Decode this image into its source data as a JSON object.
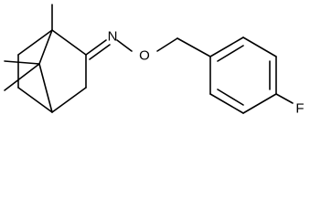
{
  "atoms": {
    "n_label": "N",
    "o_label": "O",
    "f_label": "F"
  },
  "colors": {
    "background": "#ffffff",
    "bond": "#000000",
    "label": "#000000"
  }
}
